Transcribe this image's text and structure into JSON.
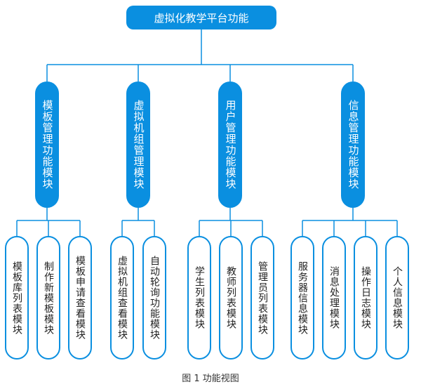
{
  "root": {
    "label": "虚拟化教学平台功能"
  },
  "modules": [
    {
      "label": "模板管理功能模块",
      "children": [
        "模板库列表模块",
        "制作新模板模块",
        "模板申请查看模块"
      ]
    },
    {
      "label": "虚拟机组管理模块",
      "children": [
        "虚拟机组查看模块",
        "自动轮询功能模块"
      ]
    },
    {
      "label": "用户管理功能模块",
      "children": [
        "学生列表模块",
        "教师列表模块",
        "管理员列表模块"
      ]
    },
    {
      "label": "信息管理功能模块",
      "children": [
        "服务器信息模块",
        "消息处理模块",
        "操作日志模块",
        "个人信息模块"
      ]
    }
  ],
  "caption": "图 1  功能视图",
  "colors": {
    "node_fill": "#0a8fe0",
    "line": "#0a8fe0"
  }
}
